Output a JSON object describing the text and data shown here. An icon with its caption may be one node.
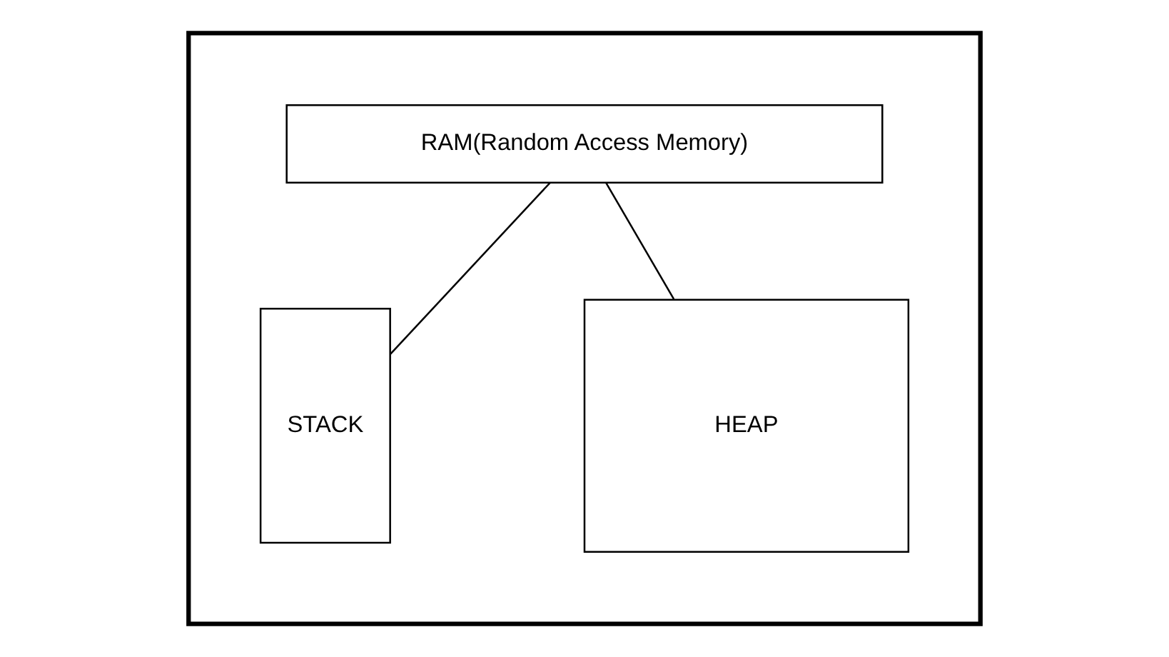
{
  "diagram": {
    "nodes": [
      {
        "text": [],
        "shape": "box"
      },
      {
        "text": [
          "RAM(Random Access Memory)"
        ],
        "in": 0
      },
      {
        "text": [
          "STACK"
        ],
        "in": 0
      },
      {
        "text": [
          "HEAP"
        ],
        "in": 0
      }
    ],
    "edges": [
      {
        "from": 1,
        "to": 2,
        "arrow": "none"
      },
      {
        "from": 1,
        "to": 3,
        "arrow": "none"
      }
    ]
  }
}
